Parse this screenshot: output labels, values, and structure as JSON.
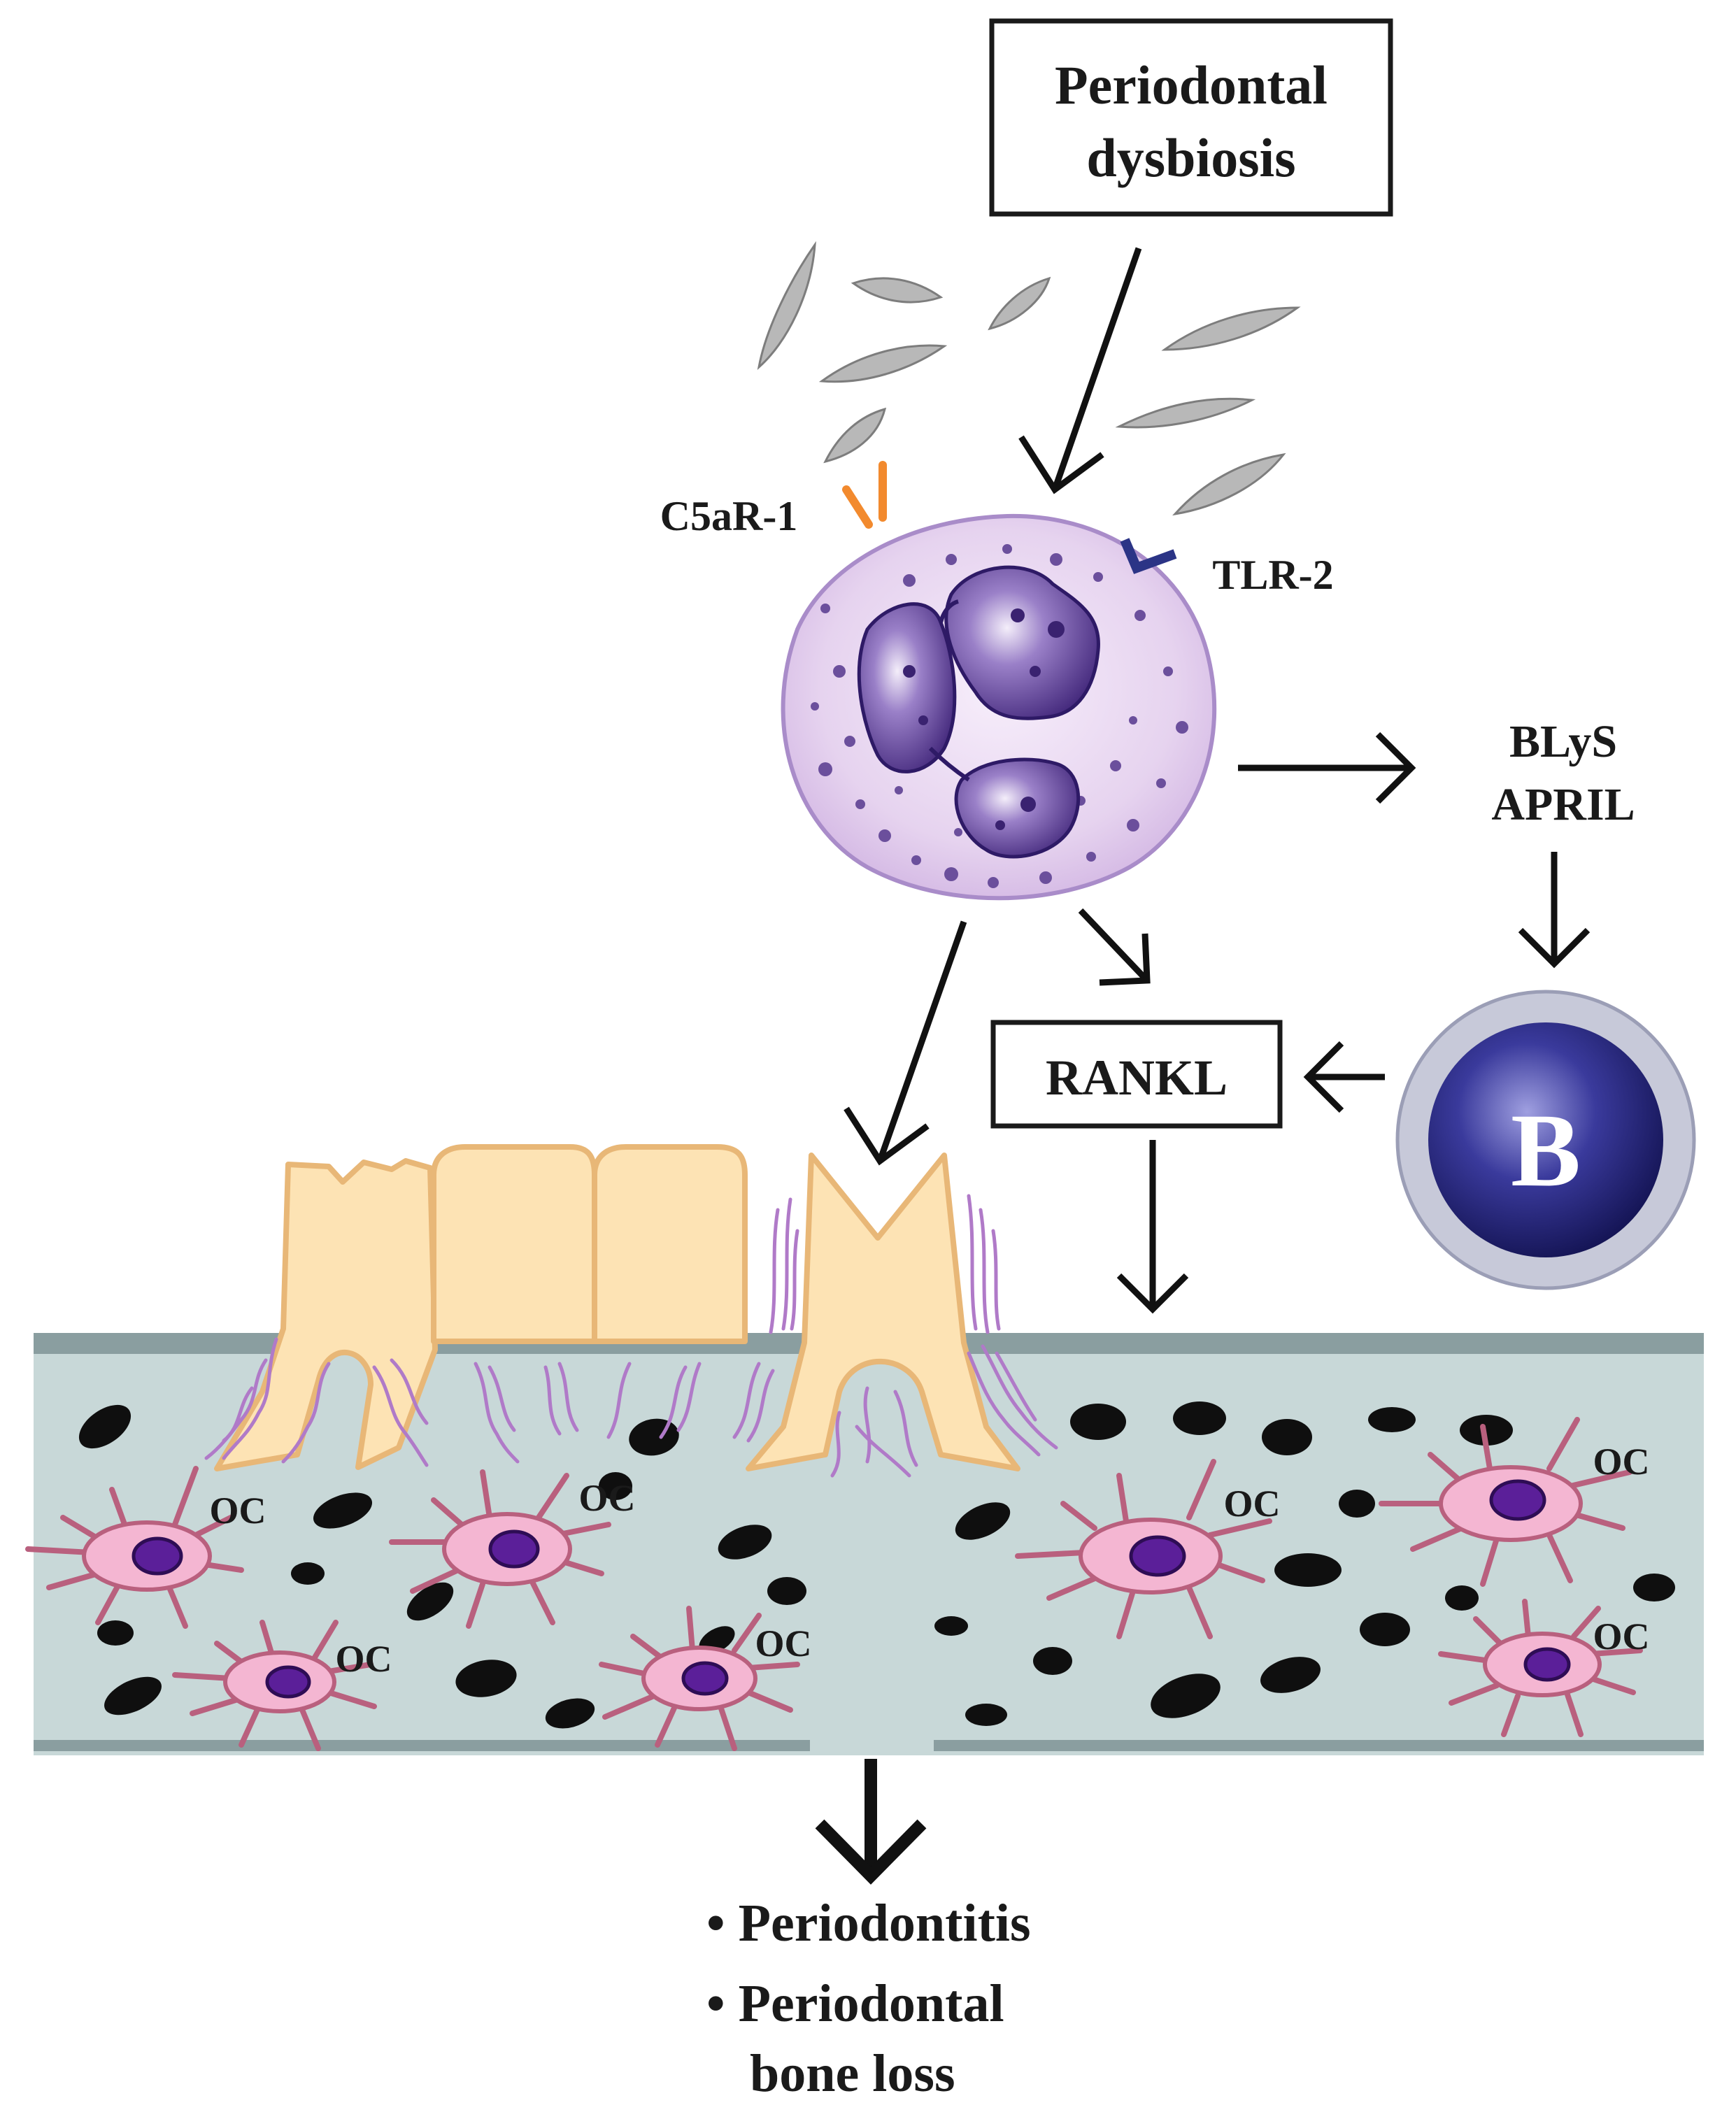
{
  "title_box": {
    "line1": "Periodontal",
    "line2": "dysbiosis"
  },
  "receptors": {
    "c5ar": "C5aR-1",
    "tlr": "TLR-2"
  },
  "cytokines": {
    "line1": "BLyS",
    "line2": "APRIL"
  },
  "rankl_label": "RANKL",
  "b_cell_label": "B",
  "osteoclast_label": "OC",
  "outcomes": {
    "item1": "• Periodontitis",
    "item2_line1": "• Periodontal",
    "item2_line2": "bone loss"
  },
  "colors": {
    "neutrophil_cytoplasm": "#e6d3ef",
    "nucleus": "#4a2f88",
    "bone": "#c8d8d8",
    "bone_edge": "#8a9ea0",
    "tooth": "#fde3b4",
    "tooth_edge": "#e8b777",
    "osteoclast_body": "#f4b6d2",
    "osteoclast_nucleus": "#5b1f99",
    "b_cell": "#2c2c88",
    "b_ring": "#c7c9d9",
    "bacteria": "#b8b8b8",
    "c5ar_receptor": "#f28a2e",
    "tlr_receptor": "#2b3486",
    "fibers": "#b07ac8"
  }
}
